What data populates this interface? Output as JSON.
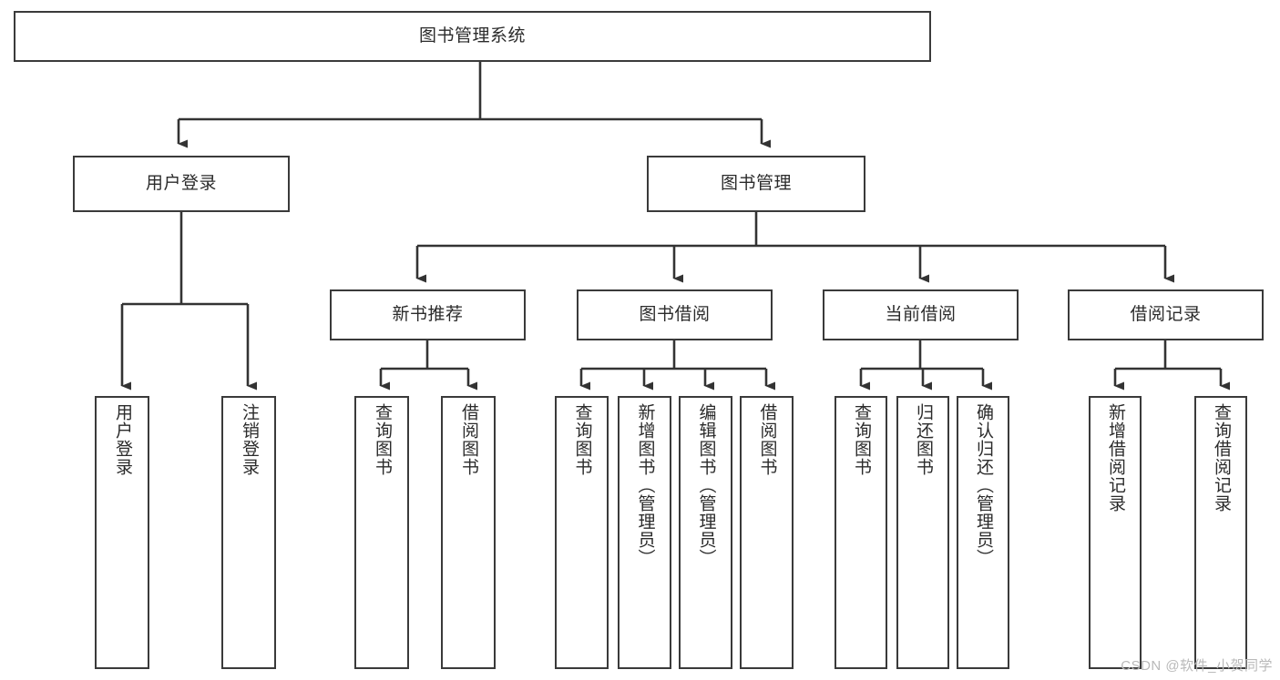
{
  "diagram": {
    "title_node": {
      "id": "root",
      "label": "图书管理系统"
    },
    "level2": [
      {
        "id": "user-login",
        "label": "用户登录"
      },
      {
        "id": "book-manage",
        "label": "图书管理"
      }
    ],
    "level3": [
      {
        "id": "new-book-recommend",
        "label": "新书推荐"
      },
      {
        "id": "book-borrow",
        "label": "图书借阅"
      },
      {
        "id": "current-borrow",
        "label": "当前借阅"
      },
      {
        "id": "borrow-record",
        "label": "借阅记录"
      }
    ],
    "leaves": [
      {
        "id": "leaf-user-login",
        "label": "用户登录",
        "parent": "user-login"
      },
      {
        "id": "leaf-logout-login",
        "label": "注销登录",
        "parent": "user-login"
      },
      {
        "id": "leaf-query-book-1",
        "label": "查询图书",
        "parent": "new-book-recommend"
      },
      {
        "id": "leaf-borrow-book-1",
        "label": "借阅图书",
        "parent": "new-book-recommend"
      },
      {
        "id": "leaf-query-book-2",
        "label": "查询图书",
        "parent": "book-borrow"
      },
      {
        "id": "leaf-add-book",
        "label": "新增图书（管理员）",
        "parent": "book-borrow"
      },
      {
        "id": "leaf-edit-book",
        "label": "编辑图书（管理员）",
        "parent": "book-borrow"
      },
      {
        "id": "leaf-borrow-book-2",
        "label": "借阅图书",
        "parent": "book-borrow"
      },
      {
        "id": "leaf-query-book-3",
        "label": "查询图书",
        "parent": "current-borrow"
      },
      {
        "id": "leaf-return-book",
        "label": "归还图书",
        "parent": "current-borrow"
      },
      {
        "id": "leaf-confirm-return",
        "label": "确认归还（管理员）",
        "parent": "current-borrow"
      },
      {
        "id": "leaf-add-record",
        "label": "新增借阅记录",
        "parent": "borrow-record"
      },
      {
        "id": "leaf-query-record",
        "label": "查询借阅记录",
        "parent": "borrow-record"
      }
    ],
    "watermark": "CSDN @软件_小贺同学",
    "colors": {
      "box_border": "#3a3a3a",
      "text": "#2b2b2b",
      "edge": "#333333",
      "background": "#ffffff",
      "watermark": "#b9b9b9"
    }
  }
}
